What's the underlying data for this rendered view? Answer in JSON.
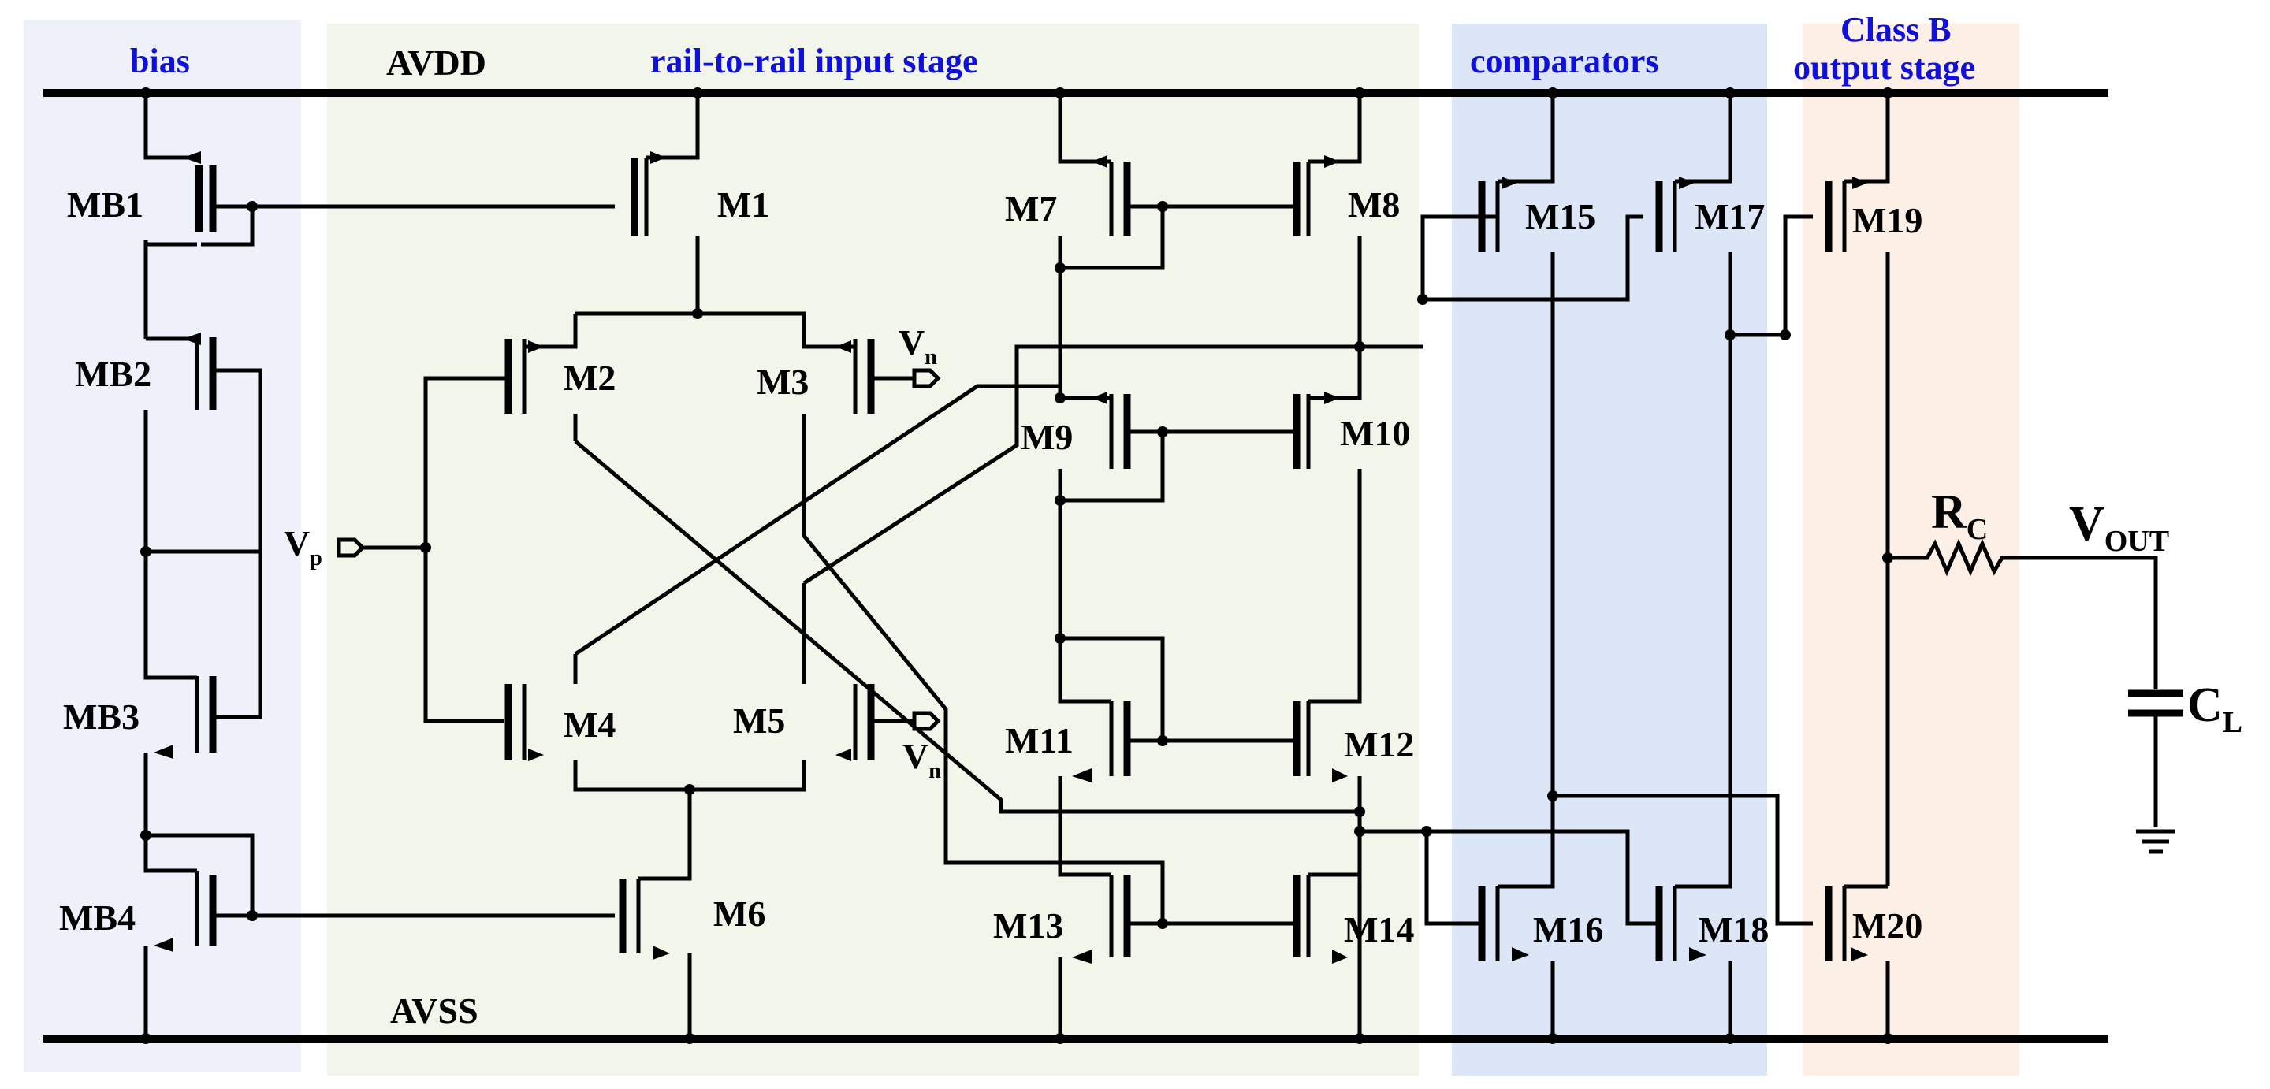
{
  "sections": {
    "bias": "bias",
    "input_stage": "rail-to-rail input stage",
    "comparators": "comparators",
    "output_line1": "Class B",
    "output_line2": "output stage"
  },
  "rails": {
    "top": "AVDD",
    "bottom": "AVSS"
  },
  "transistors": {
    "mb1": "MB1",
    "mb2": "MB2",
    "mb3": "MB3",
    "mb4": "MB4",
    "m1": "M1",
    "m2": "M2",
    "m3": "M3",
    "m4": "M4",
    "m5": "M5",
    "m6": "M6",
    "m7": "M7",
    "m8": "M8",
    "m9": "M9",
    "m10": "M10",
    "m11": "M11",
    "m12": "M12",
    "m13": "M13",
    "m14": "M14",
    "m15": "M15",
    "m16": "M16",
    "m17": "M17",
    "m18": "M18",
    "m19": "M19",
    "m20": "M20"
  },
  "ports": {
    "vp": "V",
    "vp_sub": "p",
    "vn": "V",
    "vn_sub": "n"
  },
  "output": {
    "rc": "R",
    "rc_sub": "C",
    "vout": "V",
    "vout_sub": "OUT",
    "cl": "C",
    "cl_sub": "L"
  },
  "colors": {
    "bias_bg": "#eef0fa",
    "input_bg": "#f1f5ea",
    "comparators_bg": "#dde6f6",
    "output_bg": "#fcefe6",
    "section_text": "#1010dd"
  }
}
